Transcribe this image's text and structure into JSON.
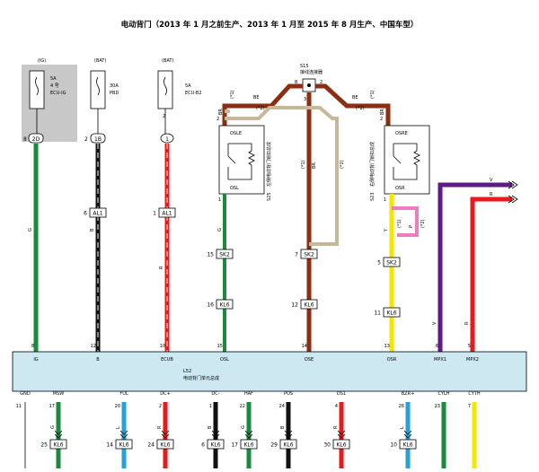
{
  "title": "电动背门（2013 年 1 月之前生产、2013 年 1 月至 2015 年 8 月生产、中国车型）",
  "colors": {
    "green": "#1a8a3c",
    "black": "#111111",
    "red": "#e81a1a",
    "brown": "#8b2e12",
    "tan": "#c8b89a",
    "yellow": "#f5e600",
    "pink": "#f07cc0",
    "violet": "#5c1a86",
    "blue": "#2aa0d8",
    "module_fill": "#cde8f0",
    "fuse_gray": "#c8c8c8"
  },
  "fuses": [
    {
      "source": "(IG)",
      "rating": "5A",
      "line2": "4 号",
      "name": "ECU-IG",
      "pin": "8",
      "conn": "2D",
      "shaded": true
    },
    {
      "source": "(BAT)",
      "rating": "30A",
      "line2": "",
      "name": "PBD",
      "pin": "2",
      "conn": "1B",
      "shaded": false
    },
    {
      "source": "(BAT)",
      "rating": "5A",
      "line2": "",
      "name": "ECU-B2",
      "pin": "2",
      "conn": "1",
      "shaded": false
    }
  ],
  "junction": {
    "id": "S15",
    "label": "接线连接器",
    "pin_left": "8",
    "pin_right": "2",
    "pin_bottom": "3"
  },
  "switch_left": {
    "pin_top": "2",
    "pin_bottom": "1",
    "t1": "OSLE",
    "t2": "OSL",
    "vertical_id": "S25",
    "vertical_name": "左侧电动背门锁扣总成"
  },
  "switch_right": {
    "pin_top": "2",
    "pin_bottom": "1",
    "t1": "OSRE",
    "t2": "OSR",
    "vertical_id": "S23",
    "vertical_name": "右侧电动背门锁扣总成"
  },
  "wire_tags": {
    "brown_left": "(*1)",
    "brown_left2": "(*2)",
    "be_left": "BE",
    "brown_right": "(*1)",
    "brown_right2": "(*2)",
    "be_right": "BE",
    "g": "G",
    "b": "B",
    "r": "R",
    "br": "BR",
    "y": "Y",
    "p": "P",
    "v": "V",
    "br1": "BR",
    "br_star1": "(*1)",
    "tan_star2": "(*2)",
    "y_star1": "(*1)",
    "p_star2": "(*2)",
    "r_right": "R"
  },
  "connectors": [
    {
      "pin": "6",
      "id": "AL1"
    },
    {
      "pin": "1",
      "id": "AL1"
    },
    {
      "pin": "15",
      "id": "SK2"
    },
    {
      "pin": "7",
      "id": "SK2"
    },
    {
      "pin": "5",
      "id": "SK2"
    },
    {
      "pin": "16",
      "id": "KL6"
    },
    {
      "pin": "12",
      "id": "KL6"
    },
    {
      "pin": "11",
      "id": "KL6"
    }
  ],
  "module": {
    "id": "L52",
    "name": "电动背门单元总成",
    "top_pins": [
      {
        "num": "8",
        "label": "IG"
      },
      {
        "num": "12",
        "label": "B"
      },
      {
        "num": "10",
        "label": "ECUB"
      },
      {
        "num": "15",
        "label": "OSL"
      },
      {
        "num": "14",
        "label": "OSE"
      },
      {
        "num": "13",
        "label": "OSR"
      },
      {
        "num": "6",
        "label": "MPX1"
      },
      {
        "num": "5",
        "label": "MPX2"
      }
    ],
    "bottom_pins": [
      {
        "num": "11",
        "label": "GND"
      },
      {
        "num": "17",
        "label": "MSW"
      },
      {
        "num": "20",
        "label": "FUL"
      },
      {
        "num": "2",
        "label": "DC+"
      },
      {
        "num": "1",
        "label": "DC-"
      },
      {
        "num": "22",
        "label": "HAF"
      },
      {
        "num": "24",
        "label": "POS"
      },
      {
        "num": "4",
        "label": "DS1"
      },
      {
        "num": "26",
        "label": "BZR+"
      },
      {
        "num": "23",
        "label": "CYLH"
      },
      {
        "num": "7",
        "label": "CYTH"
      }
    ]
  },
  "bottom_connectors": [
    {
      "pin": "25",
      "id": "KL6"
    },
    {
      "pin": "14",
      "id": "KL6"
    },
    {
      "pin": "24",
      "id": "KL6"
    },
    {
      "pin": "6",
      "id": "KL6"
    },
    {
      "pin": "17",
      "id": "KL6"
    },
    {
      "pin": "29",
      "id": "KL6"
    },
    {
      "pin": "30",
      "id": "KL6"
    },
    {
      "pin": "10",
      "id": "KL6"
    }
  ],
  "bottom_wire_tags": [
    "G",
    "L",
    "R",
    "B",
    "G",
    "B",
    "R",
    "L"
  ]
}
